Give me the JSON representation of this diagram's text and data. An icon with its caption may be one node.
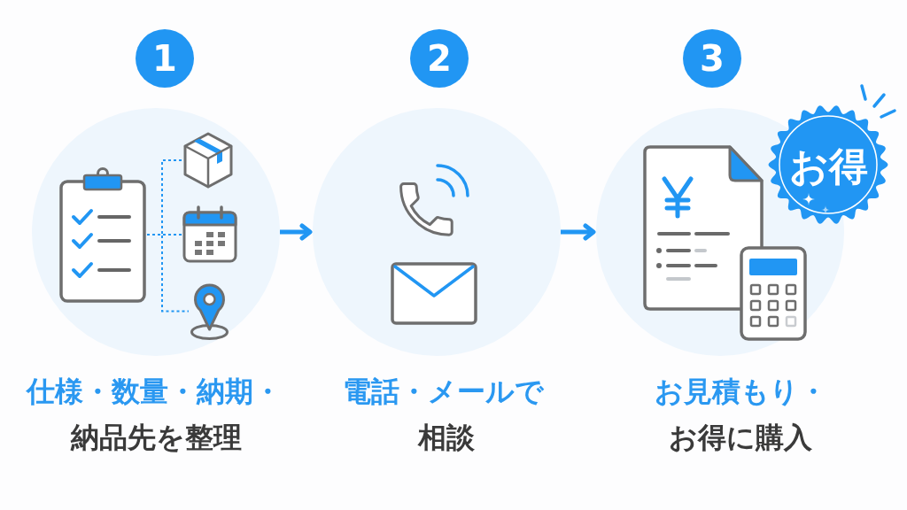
{
  "diagram": {
    "nodes": [
      {
        "text": [
          "1"
        ]
      },
      {
        "text": [],
        "shape": "circle",
        "beside": [
          "仕様・数量・納期・",
          "納品先を整理"
        ]
      },
      {
        "text": [],
        "shape": "picture",
        "in": 1
      },
      {
        "text": [],
        "shape": "picture",
        "in": 1
      },
      {
        "text": [],
        "shape": "picture",
        "in": 1
      },
      {
        "text": [],
        "shape": "picture",
        "in": 1
      },
      {
        "text": [
          "2"
        ]
      },
      {
        "text": [],
        "shape": "circle",
        "beside": [
          "電話・メールで",
          "相談"
        ]
      },
      {
        "text": [
          "3"
        ]
      },
      {
        "text": [],
        "shape": "circle",
        "beside": [
          "お見積もり・",
          "お得に購入"
        ]
      },
      {
        "text": [
          "お得"
        ]
      }
    ],
    "edges": [
      {
        "from": 2,
        "to": 3,
        "arrow": "none",
        "style": "dashed"
      },
      {
        "from": 2,
        "to": 4,
        "arrow": "none",
        "style": "dashed"
      },
      {
        "from": 2,
        "to": 5,
        "arrow": "none",
        "style": "dashed"
      },
      {
        "from": 1,
        "to": 7,
        "arrow": "to",
        "style": "thick"
      },
      {
        "from": 7,
        "to": 9,
        "arrow": "to",
        "style": "thick"
      }
    ]
  }
}
